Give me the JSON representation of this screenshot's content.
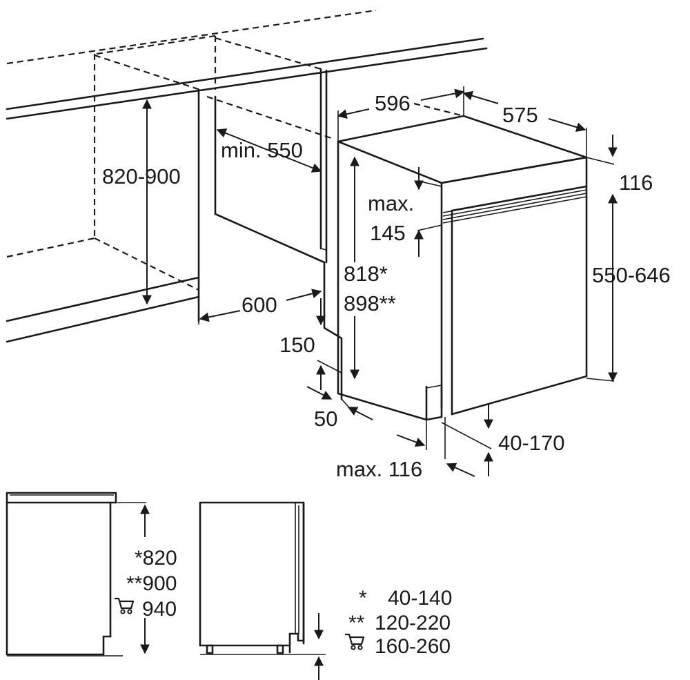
{
  "dimensions": {
    "cabinet_height": "820-900",
    "niche_depth_min": "min. 550",
    "niche_width": "600",
    "width": "596",
    "depth": "575",
    "top_height": "116",
    "panel_gap_max_label": "max.",
    "panel_gap_max_value": "145",
    "body_height_1": "818*",
    "body_height_2": "898**",
    "door_panel_height": "550-646",
    "plinth_height": "150",
    "plinth_depth": "50",
    "plinth_setback_max": "max. 116",
    "foot_range": "40-170"
  },
  "side_views": {
    "height_1": "*820",
    "height_2": "**900",
    "height_3": "940",
    "adjust_1_marker": "*",
    "adjust_1": "40-140",
    "adjust_2_marker": "**",
    "adjust_2": "120-220",
    "adjust_3": "160-260"
  },
  "icons": [
    "shopping-cart-icon",
    "shopping-cart-icon"
  ]
}
